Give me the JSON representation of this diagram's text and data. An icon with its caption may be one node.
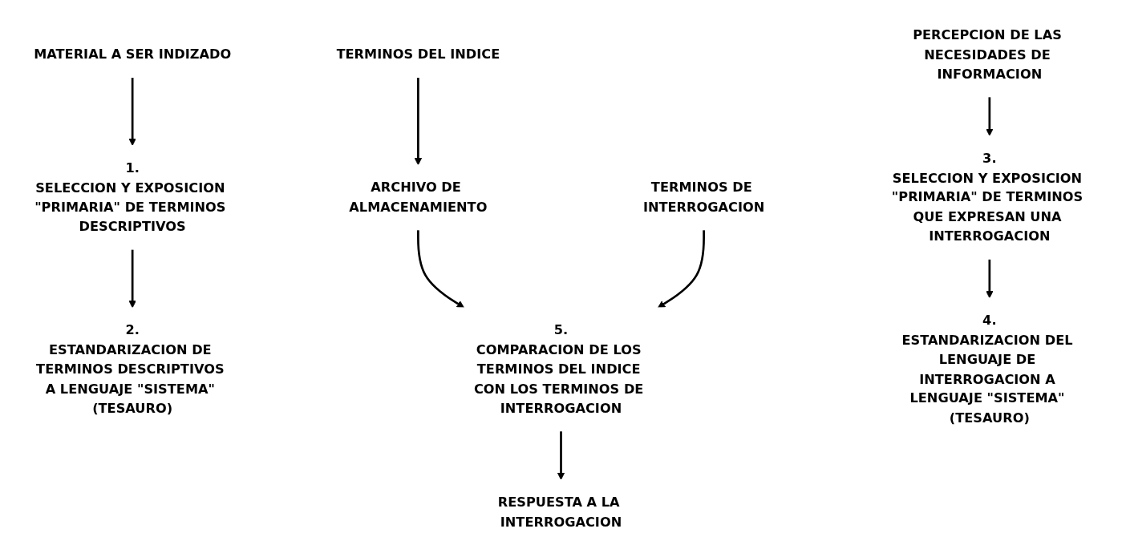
{
  "diagram": {
    "nodes": [
      {
        "text": [
          "MATERIAL A SER INDIZADO"
        ]
      },
      {
        "text": [
          "1.",
          "SELECCION Y EXPOSICION \"PRIMARIA\" DE TERMINOS DESCRIPTIVOS"
        ]
      },
      {
        "text": [
          "2.",
          "ESTANDARIZACION DE TERMINOS DESCRIPTIVOS A LENGUAJE \"SISTEMA\" (TESAURO)"
        ]
      },
      {
        "text": [
          "TERMINOS DEL INDICE"
        ]
      },
      {
        "text": [
          "ARCHIVO DE ALMACENAMIENTO"
        ]
      },
      {
        "text": [
          "5.",
          "COMPARACION DE LOS TERMINOS DEL INDICE CON LOS TERMINOS DE INTERROGACION"
        ]
      },
      {
        "text": [
          "RESPUESTA A LA INTERROGACION"
        ]
      },
      {
        "text": [
          "TERMINOS DE INTERROGACION"
        ]
      },
      {
        "text": [
          "PERCEPCION DE LAS NECESIDADES DE INFORMACION"
        ]
      },
      {
        "text": [
          "3.",
          "SELECCION Y EXPOSICION \"PRIMARIA\" DE TERMINOS QUE EXPRESAN UNA INTERROGACION"
        ]
      },
      {
        "text": [
          "4.",
          "ESTANDARIZACION DEL LENGUAJE DE INTERROGACION A LENGUAJE \"SISTEMA\" (TESAURO)"
        ]
      }
    ],
    "edges": [
      {
        "from": 0,
        "to": 1,
        "arrow": "to"
      },
      {
        "from": 1,
        "to": 2,
        "arrow": "to"
      },
      {
        "from": 3,
        "to": 4,
        "arrow": "to"
      },
      {
        "from": 4,
        "to": 5,
        "arrow": "to"
      },
      {
        "from": 7,
        "to": 5,
        "arrow": "to"
      },
      {
        "from": 5,
        "to": 6,
        "arrow": "to"
      },
      {
        "from": 8,
        "to": 9,
        "arrow": "to"
      },
      {
        "from": 9,
        "to": 10,
        "arrow": "to"
      }
    ]
  }
}
